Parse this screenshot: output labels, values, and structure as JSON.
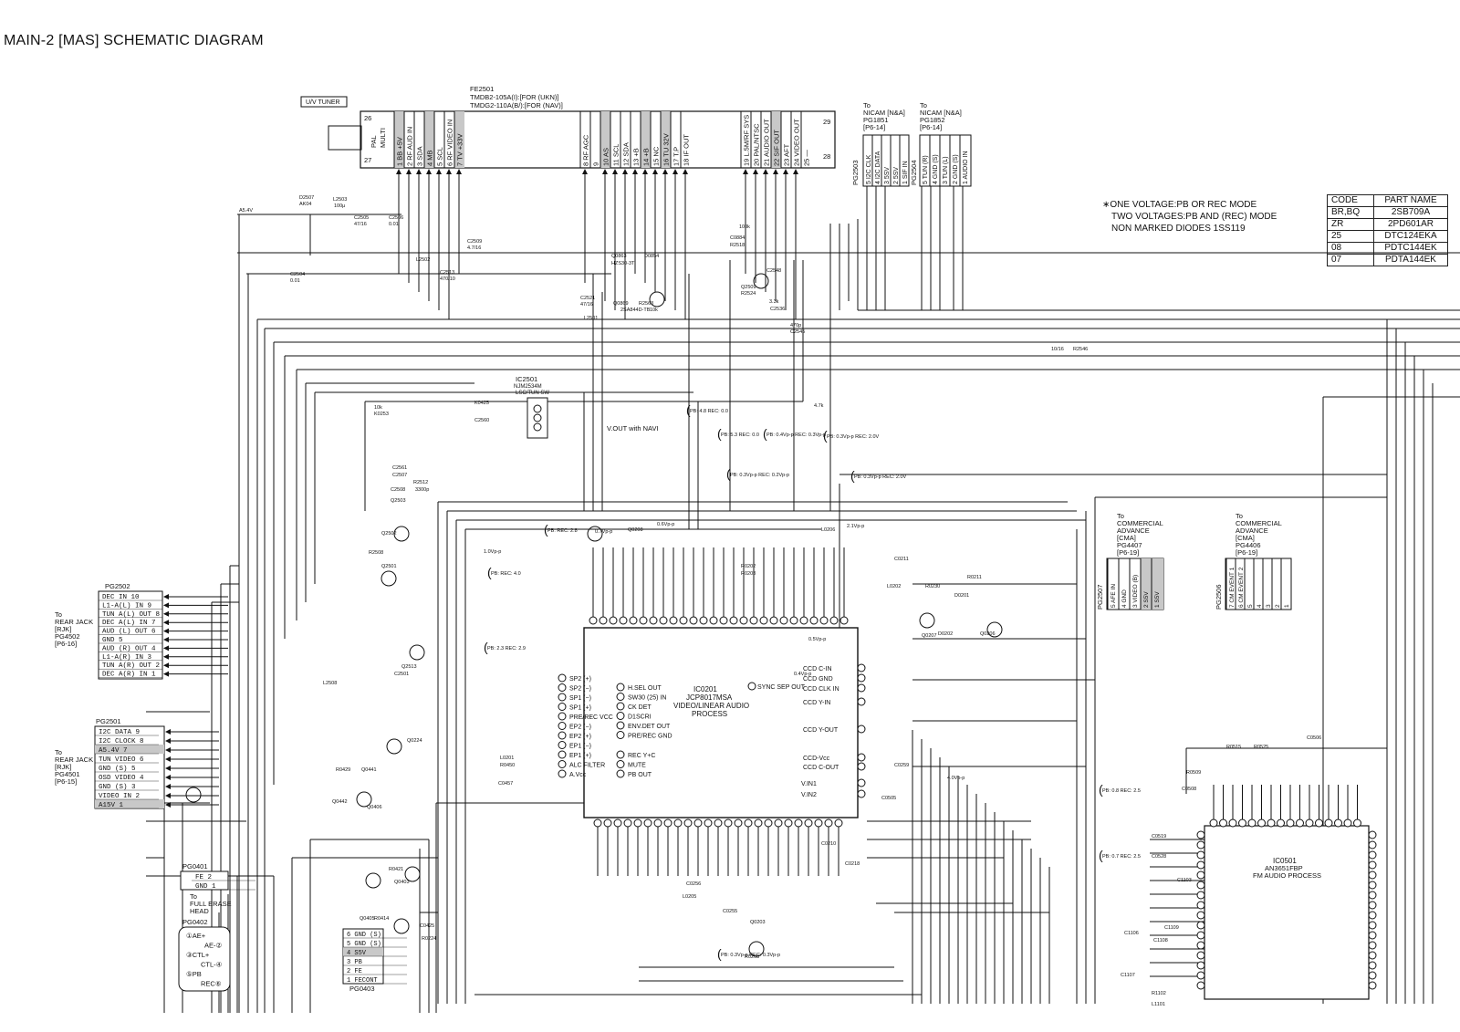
{
  "title": "MAIN-2 [MAS] SCHEMATIC DIAGRAM",
  "notes": [
    "∗ONE VOLTAGE:PB OR REC MODE",
    "TWO VOLTAGES:PB AND (REC) MODE",
    "NON MARKED DIODES 1SS119"
  ],
  "parts_table": {
    "header": [
      "CODE",
      "PART NAME"
    ],
    "rows": [
      [
        "BR,BQ",
        "2SB709A"
      ],
      [
        "ZR",
        "2PD601AR"
      ],
      [
        "25",
        "DTC124EKA"
      ],
      [
        "08",
        "PDTC144EK"
      ],
      [
        "07",
        "PDTA144EK"
      ]
    ]
  },
  "tuner": {
    "badge": "U/V TUNER",
    "ref": "FE2501",
    "models": [
      "TMDB2-105A(I):[FOR (UKN)]",
      "TMDG2-110A(B/):[FOR (NAV)]"
    ],
    "box_label": [
      "PAL",
      "MULTI"
    ],
    "corner_pins": [
      "26",
      "27",
      "29",
      "28"
    ],
    "pins": [
      "1 BB +5V",
      "2 RF AUD IN",
      "3 SDA",
      "4 MB",
      "5 SCL",
      "6 RF VIDEO IN",
      "7 TV +33V",
      "8 RF AGC",
      "9",
      "10 AS",
      "11 SCL",
      "12 SDA",
      "13 +B",
      "14 +B",
      "15 NC",
      "16 TU 32V",
      "17 T.P",
      "18 IF OUT",
      "19 L.5M/RF SYS",
      "20 PAL/NTSC",
      "21 AUDIO OUT",
      "22 SIF OUT",
      "23 AFT",
      "24 VIDEO OUT",
      "25 —"
    ]
  },
  "nicam1": {
    "to": [
      "To",
      "NICAM [N&A]",
      "PG1851",
      "[P6-14]"
    ],
    "ref": "PG2503",
    "pins": [
      "5 I2C CLK",
      "4 I2C DATA",
      "3 5SV",
      "2 5SV",
      "1 SIF IN"
    ]
  },
  "nicam2": {
    "to": [
      "To",
      "NICAM [N&A]",
      "PG1852",
      "[P6-14]"
    ],
    "ref": "PG2504",
    "pins": [
      "5 TUN (R)",
      "4 GND (S)",
      "3 TUN (L)",
      "2 GND (S)",
      "1 AUDIO IN"
    ]
  },
  "pg2502": {
    "ref": "PG2502",
    "to": [
      "To",
      "REAR JACK",
      "[RJK]",
      "PG4502",
      "[P6-16]"
    ],
    "pins": [
      "DEC IN 10",
      "L1-A(L) IN 9",
      "TUN A(L) OUT 8",
      "DEC A(L) IN 7",
      "AUD (L) OUT 6",
      "GND 5",
      "AUD (R) OUT 4",
      "L1-A(R) IN 3",
      "TUN A(R) OUT 2",
      "DEC A(R) IN 1"
    ]
  },
  "pg2501": {
    "ref": "PG2501",
    "to": [
      "To",
      "REAR JACK",
      "[RJK]",
      "PG4501",
      "[P6-15]"
    ],
    "pins": [
      "I2C DATA 9",
      "I2C CLOCK 8",
      "A5.4V 7",
      "TUN VIDEO 6",
      "GND (S) 5",
      "OSD VIDEO 4",
      "GND (S) 3",
      "VIDEO IN 2",
      "A15V 1"
    ]
  },
  "pg0401": {
    "ref": "PG0401",
    "pins": [
      "FE 2",
      "GND 1"
    ],
    "to": [
      "To",
      "FULL ERASE",
      "HEAD"
    ]
  },
  "pg0402": {
    "ref": "PG0402",
    "pins": [
      "①AE+",
      "AE-②",
      "③CTL+",
      "CTL-④",
      "⑤PB",
      "REC⑥"
    ]
  },
  "pg0403": {
    "ref": "PG0403",
    "pins": [
      "6 GND (S)",
      "5 GND (S)",
      "4 S5V",
      "3 PB",
      "2 FE",
      "1 FECONT"
    ]
  },
  "ic0201": {
    "ref": "IC0201",
    "part": "JCP8017MSA",
    "desc": [
      "VIDEO/LINEAR AUDIO",
      "PROCESS"
    ]
  },
  "ic0201_pins_left": [
    "SP2 (+)",
    "SP2 (−)",
    "SP1 (−)",
    "SP1 (+)",
    "PRE/REC VCC",
    "EP2 (−)",
    "EP2 (+)",
    "EP1 (−)",
    "EP1 (+)",
    "ALC FILTER",
    "A.Vcc"
  ],
  "ic0201_pins_inner": [
    "H.SEL OUT",
    "SW30 (25) IN",
    "CK DET",
    "D1SCRI",
    "ENV.DET OUT",
    "PRE/REC GND",
    "REC Y+C",
    "MUTE",
    "PB OUT"
  ],
  "ic0201_pins_right": [
    "SYNC SEP OUT",
    "CCD C-IN",
    "CCD GND",
    "CCD CLK IN",
    "CCD Y-IN",
    "CCD Y-OUT",
    "CCD-Vcc",
    "CCD C-OUT",
    "V.IN1",
    "V.IN2"
  ],
  "ic2501": {
    "ref": "IC2501",
    "part": "NJM2534M",
    "desc": "LSC/TUN SW",
    "note": "V.OUT with NAVI"
  },
  "ic0501": {
    "ref": "IC0501",
    "part": "AN3651FBP",
    "desc": "FM AUDIO PROCESS"
  },
  "pg2507": {
    "to": [
      "To",
      "COMMERCIAL",
      "ADVANCE",
      "[CMA]",
      "PG4407",
      "[P6-19]"
    ],
    "ref": "PG2507",
    "pins": [
      "5 AFE IN",
      "4 GND",
      "3 VIDEO (B)",
      "2 S5V",
      "1 S5V"
    ]
  },
  "pg2506": {
    "to": [
      "To",
      "COMMERCIAL",
      "ADVANCE",
      "[CMA]",
      "PG4406",
      "[P6-19]"
    ],
    "ref": "PG2506",
    "pins": [
      "7 CM EVENT 1",
      "6 CM EVENT 2",
      "5",
      "4",
      "3",
      "2",
      "1"
    ]
  },
  "components": [
    "L2503",
    "100μ",
    "D2507",
    "AK04",
    "C2505",
    "47/16",
    "C2506",
    "0.01",
    "C2509",
    "4.7/16",
    "L2502",
    "C2513",
    "470/10",
    "C2504",
    "0.01",
    "A5.4V",
    "C2521",
    "47/16",
    "L2501",
    "Q0869",
    "2SA844D-TB",
    "R2563",
    "10k",
    "Q0863",
    "D0854",
    "HZS30-3T",
    "C0884",
    "R2518",
    "100k",
    "C2548",
    "Q2509",
    "R2524",
    "3.3k",
    "C2536",
    "470p",
    "C2545",
    "10/16",
    "R2546",
    "10k",
    "K0253",
    "4.7k",
    "K0425",
    "C2560",
    "C2561",
    "C2507",
    "R2512",
    "C2508",
    "3300p",
    "Q2503",
    "Q2502",
    "R2508",
    "Q2501",
    "Q2513",
    "C2501",
    "L2508",
    "R0211",
    "D0201",
    "D0202",
    "Q0207",
    "Q0206",
    "L0202",
    "R0230",
    "C0211",
    "L0206",
    "R0202",
    "R0203",
    "L0201",
    "R0450",
    "C0457",
    "R0429",
    "Q0441",
    "Q0442",
    "Q0406",
    "R0421",
    "Q0403",
    "Q0405",
    "R0414",
    "C0425",
    "R0224",
    "Q0224",
    "Q0208",
    "Q0203",
    "R0208",
    "C0255",
    "C0256",
    "L0205",
    "C0210",
    "C0218",
    "C0259",
    "C0505",
    "R0509",
    "R0515",
    "R0525",
    "C0506",
    "C0508",
    "C0519",
    "C0528",
    "R1102",
    "L1101",
    "C1107",
    "C1106",
    "C1108",
    "C1109",
    "C1103"
  ],
  "waveform_labels": [
    "PB: 4.8 REC: 0.0",
    "PB: 5.3 REC: 0.0",
    "PB: 0.4Vp-p REC: 0.3Vp-p",
    "PB: 0.3Vp-p REC: 2.0V",
    "PB: 0.3Vp-p REC: 0.2Vp-p",
    "PB: 0.3Vp-p REC: 2.0V",
    "PB: REC: 2.8",
    "PB: REC: 4.0",
    "PB: 2.3 REC: 2.9",
    "PB: 0.8 REC: 2.5",
    "PB: 0.7 REC: 2.5",
    "PB: 0.3Vp-p REC: 0.3Vp-p",
    "4.0Vp-p",
    "0.7Vp-p",
    "0.5Vp-p",
    "0.6Vp-p",
    "1.0Vp-p",
    "2.1Vp-p",
    "0.4Vp-p"
  ]
}
